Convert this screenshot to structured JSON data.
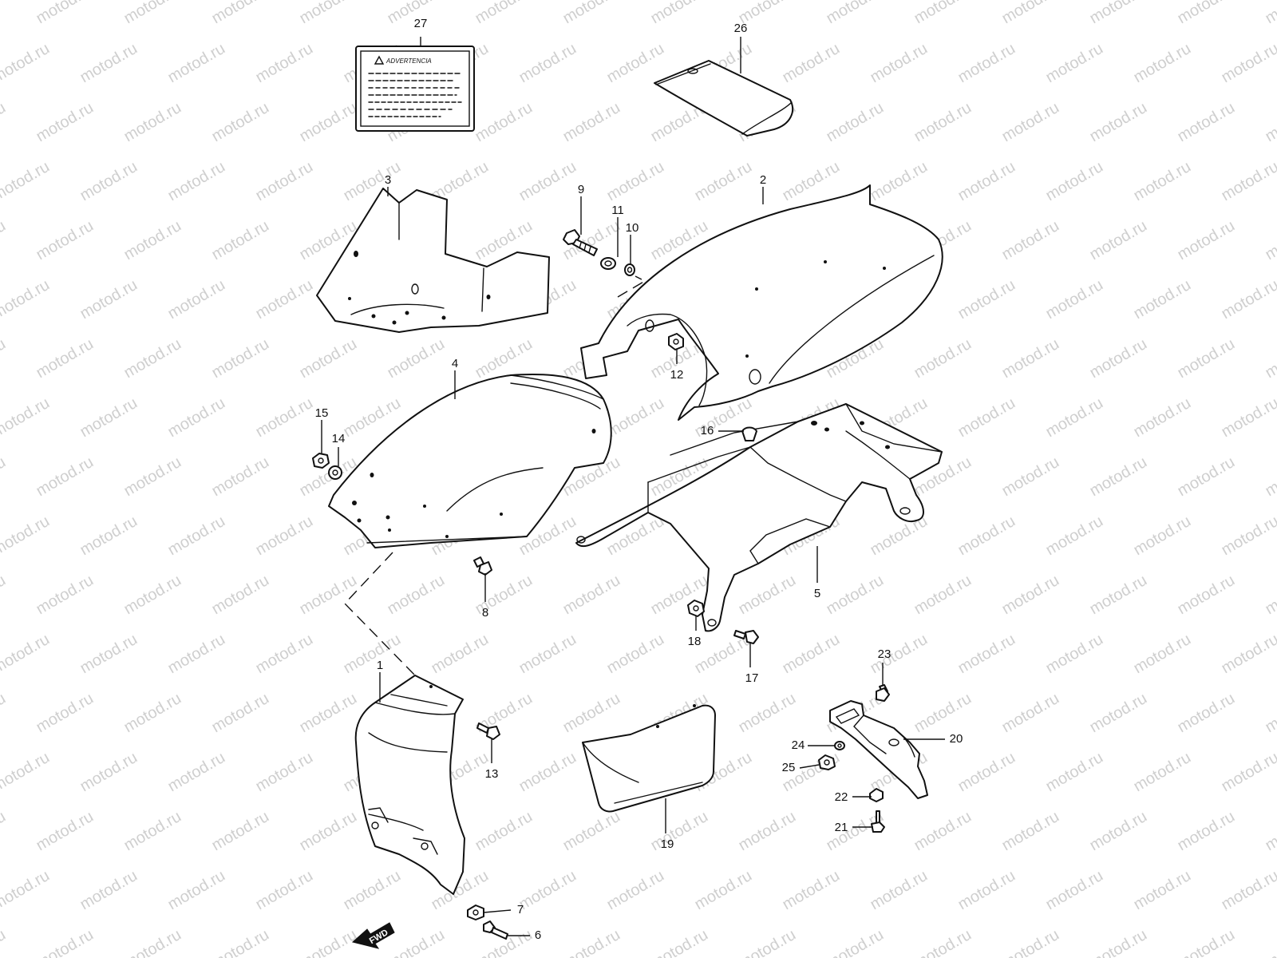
{
  "watermark": {
    "text": "motod.ru"
  },
  "warning_label": {
    "title": "ADVERTENCIA"
  },
  "fwd_arrow": {
    "label": "FWD"
  },
  "callouts": {
    "c1": "1",
    "c2": "2",
    "c3": "3",
    "c4": "4",
    "c5": "5",
    "c6": "6",
    "c7": "7",
    "c8": "8",
    "c9": "9",
    "c10": "10",
    "c11": "11",
    "c12": "12",
    "c13": "13",
    "c14": "14",
    "c15": "15",
    "c16": "16",
    "c17": "17",
    "c18": "18",
    "c19": "19",
    "c20": "20",
    "c21": "21",
    "c22": "22",
    "c23": "23",
    "c24": "24",
    "c25": "25",
    "c26": "26",
    "c27": "27"
  }
}
